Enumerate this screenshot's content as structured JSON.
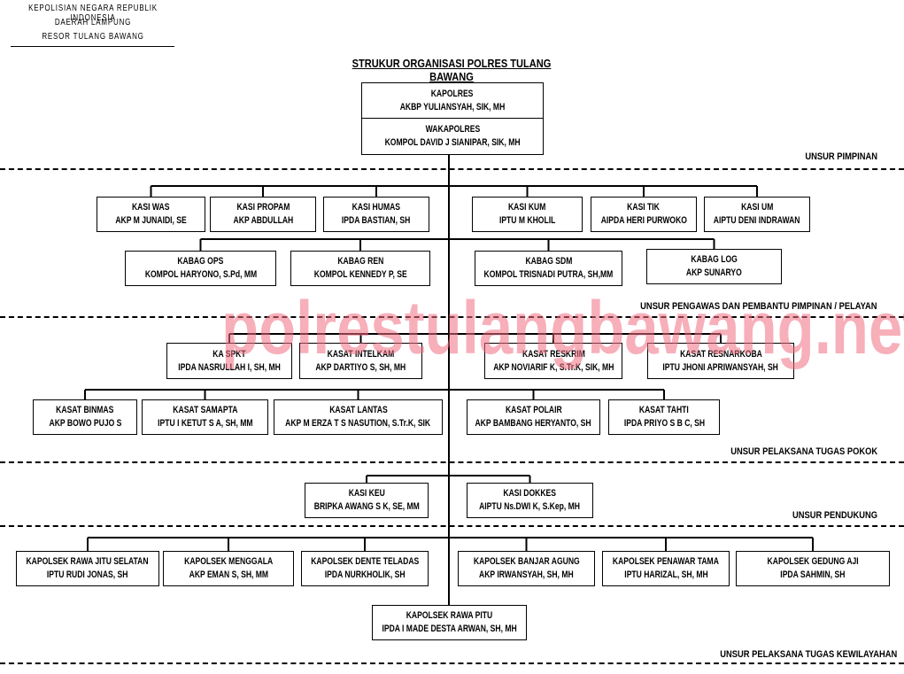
{
  "header": {
    "line1": "KEPOLISIAN NEGARA REPUBLIK INDONESIA",
    "line2": "DAERAH LAMPUNG",
    "line3": "RESOR TULANG BAWANG"
  },
  "title": "STRUKUR ORGANISASI POLRES TULANG BAWANG",
  "watermark": "polrestulangbawang.net",
  "sections": [
    "UNSUR PIMPINAN",
    "UNSUR PENGAWAS DAN PEMBANTU PIMPINAN / PELAYAN",
    "UNSUR PELAKSANA TUGAS POKOK",
    "UNSUR PENDUKUNG",
    "UNSUR PELAKSANA TUGAS KEWILAYAHAN"
  ],
  "units": [
    {
      "title": "KAPOLRES",
      "name": "AKBP YULIANSYAH, SIK, MH"
    },
    {
      "title": "WAKAPOLRES",
      "name": "KOMPOL DAVID J SIANIPAR, SIK, MH"
    },
    {
      "title": "KASI WAS",
      "name": "AKP M JUNAIDI, SE"
    },
    {
      "title": "KASI PROPAM",
      "name": "AKP ABDULLAH"
    },
    {
      "title": "KASI HUMAS",
      "name": "IPDA BASTIAN, SH"
    },
    {
      "title": "KASI KUM",
      "name": "IPTU M KHOLIL"
    },
    {
      "title": "KASI TIK",
      "name": "AIPDA HERI PURWOKO"
    },
    {
      "title": "KASI UM",
      "name": "AIPTU DENI INDRAWAN"
    },
    {
      "title": "KABAG OPS",
      "name": "KOMPOL HARYONO, S.Pd, MM"
    },
    {
      "title": "KABAG REN",
      "name": "KOMPOL KENNEDY P, SE"
    },
    {
      "title": "KABAG SDM",
      "name": "KOMPOL TRISNADI PUTRA, SH,MM"
    },
    {
      "title": "KABAG LOG",
      "name": "AKP SUNARYO"
    },
    {
      "title": "KA SPKT",
      "name": "IPDA NASRULLAH I, SH, MH"
    },
    {
      "title": "KASAT INTELKAM",
      "name": "AKP DARTIYO S, SH, MH"
    },
    {
      "title": "KASAT RESKRIM",
      "name": "AKP NOVIARIF K, S.Tr.K, SIK, MH"
    },
    {
      "title": "KASAT RESNARKOBA",
      "name": "IPTU JHONI APRIWANSYAH, SH"
    },
    {
      "title": "KASAT BINMAS",
      "name": "AKP BOWO PUJO S"
    },
    {
      "title": "KASAT SAMAPTA",
      "name": "IPTU I KETUT S A, SH, MM"
    },
    {
      "title": "KASAT LANTAS",
      "name": "AKP M ERZA T S NASUTION, S.Tr.K, SIK"
    },
    {
      "title": "KASAT POLAIR",
      "name": "AKP BAMBANG HERYANTO, SH"
    },
    {
      "title": "KASAT TAHTI",
      "name": "IPDA PRIYO S B C, SH"
    },
    {
      "title": "KASI KEU",
      "name": "BRIPKA AWANG S K, SE, MM"
    },
    {
      "title": "KASI DOKKES",
      "name": "AIPTU Ns.DWI K, S.Kep, MH"
    },
    {
      "title": "KAPOLSEK RAWA JITU SELATAN",
      "name": "IPTU RUDI JONAS, SH"
    },
    {
      "title": "KAPOLSEK MENGGALA",
      "name": "AKP EMAN S, SH, MM"
    },
    {
      "title": "KAPOLSEK DENTE TELADAS",
      "name": "IPDA NURKHOLIK, SH"
    },
    {
      "title": "KAPOLSEK BANJAR AGUNG",
      "name": "AKP IRWANSYAH, SH, MH"
    },
    {
      "title": "KAPOLSEK PENAWAR TAMA",
      "name": "IPTU HARIZAL, SH, MH"
    },
    {
      "title": "KAPOLSEK GEDUNG AJI",
      "name": "IPDA SAHMIN, SH"
    },
    {
      "title": "KAPOLSEK RAWA PITU",
      "name": "IPDA I MADE DESTA ARWAN, SH, MH"
    }
  ]
}
